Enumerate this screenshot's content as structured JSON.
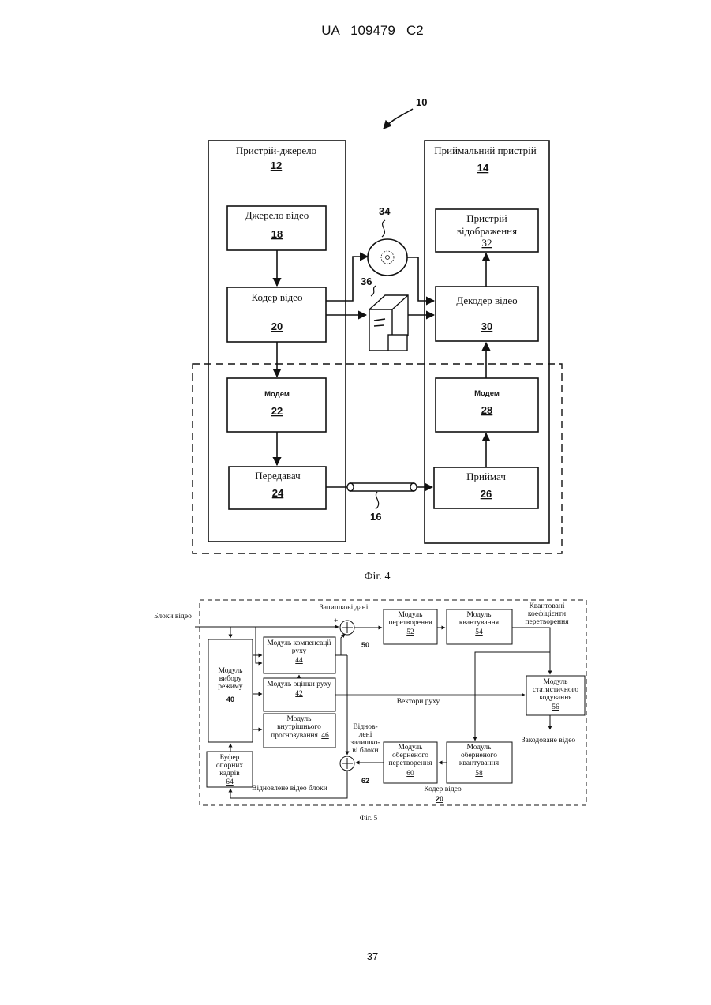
{
  "header": {
    "patent_number": "UA   109479   C2"
  },
  "fig4": {
    "caption": "Фіг. 4",
    "ref_system": "10",
    "source_device": {
      "title": "Пристрій-джерело",
      "num": "12"
    },
    "destination_device": {
      "title": "Приймальний пристрій",
      "num": "14"
    },
    "video_source": {
      "label": "Джерело відео",
      "num": "18"
    },
    "video_encoder": {
      "label": "Кодер відео",
      "num": "20"
    },
    "modem_tx": {
      "label": "Модем",
      "num": "22"
    },
    "transmitter": {
      "label": "Передавач",
      "num": "24"
    },
    "display_device": {
      "line1": "Пристрій",
      "line2": "відображення",
      "num": "32"
    },
    "video_decoder": {
      "label": "Декодер відео",
      "num": "30"
    },
    "modem_rx": {
      "label": "Модем",
      "num": "28"
    },
    "receiver": {
      "label": "Приймач",
      "num": "26"
    },
    "storage_medium_num": "34",
    "file_server_num": "36",
    "channel_num": "16"
  },
  "fig5": {
    "caption": "Фіг. 5",
    "input_label": "Блоки відео",
    "residual_label": "Залишкові дані",
    "summer1_num": "50",
    "summer2_num": "62",
    "plus_sign": "+",
    "minus_sign": "−",
    "transform": {
      "line1": "Модуль",
      "line2": "перетворення",
      "num": "52"
    },
    "quantization": {
      "line1": "Модуль",
      "line2": "квантування",
      "num": "54"
    },
    "quantized_coeffs": {
      "line1": "Квантовані",
      "line2": "коефіцієнти",
      "line3": "перетворення"
    },
    "entropy": {
      "line1": "Модуль",
      "line2": "статистичного",
      "line3": "кодування",
      "num": "56"
    },
    "encoded_video_label": "Закодоване відео",
    "mode_select": {
      "line1": "Модуль",
      "line2": "вибору",
      "line3": "режиму",
      "num": "40"
    },
    "motion_comp": {
      "line1": "Модуль компенсації",
      "line2": "руху",
      "num": "44"
    },
    "motion_est": {
      "line1": "Модуль оцінки руху",
      "num": "42"
    },
    "intra_pred": {
      "line1": "Модуль",
      "line2": "внутрішнього",
      "line3": "прогнозування",
      "num": "46"
    },
    "motion_vectors_label": "Вектори руху",
    "reconstructed_residual": {
      "line1": "Віднов-",
      "line2": "лені",
      "line3": "залишко-",
      "line4": "ві блоки"
    },
    "inverse_transform": {
      "line1": "Модуль",
      "line2": "оберненого",
      "line3": "перетворення",
      "num": "60"
    },
    "inverse_quant": {
      "line1": "Модуль",
      "line2": "оберненого",
      "line3": "квантування",
      "num": "58"
    },
    "ref_buffer": {
      "line1": "Буфер",
      "line2": "опорних",
      "line3": "кадрів",
      "num": "64"
    },
    "reconstructed_video_label": "Відновлене відео блоки",
    "encoder_label": "Кодер відео",
    "encoder_num": "20"
  },
  "footer": {
    "page_number": "37"
  }
}
